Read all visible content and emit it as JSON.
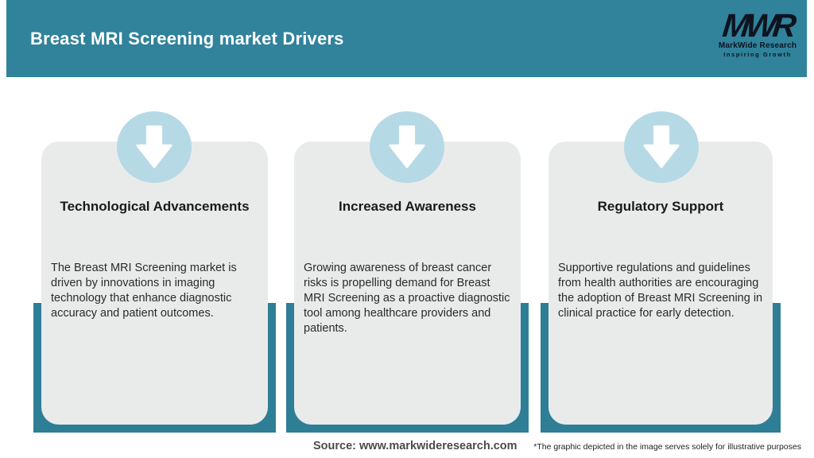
{
  "header": {
    "title": "Breast MRI Screening market Drivers",
    "logo": {
      "acronym": "MWR",
      "name": "MarkWide Research",
      "tagline": "Inspiring Growth"
    }
  },
  "cards": [
    {
      "icon": "down-arrow-icon",
      "title": "Technological Advancements",
      "body": "The Breast MRI Screening market is driven by innovations in imaging technology that enhance diagnostic accuracy and patient outcomes."
    },
    {
      "icon": "down-arrow-icon",
      "title": "Increased Awareness",
      "body": "Growing awareness of breast cancer risks is propelling demand for Breast MRI Screening as a proactive diagnostic tool among healthcare providers and patients."
    },
    {
      "icon": "down-arrow-icon",
      "title": "Regulatory Support",
      "body": "Supportive regulations and guidelines from health authorities are encouraging the adoption of Breast MRI Screening in clinical practice for early detection."
    }
  ],
  "footer": {
    "source": "Source: www.markwideresearch.com",
    "disclaimer": "*The graphic depicted in the image serves solely for illustrative purposes"
  },
  "colors": {
    "header_teal": "#31829B",
    "shadow_teal": "#2E7E96",
    "circle_blue": "#B6D9E6",
    "card_gray": "#E9EBEB",
    "title_text": "#1a1a1a",
    "body_text": "#2a2a2a"
  }
}
